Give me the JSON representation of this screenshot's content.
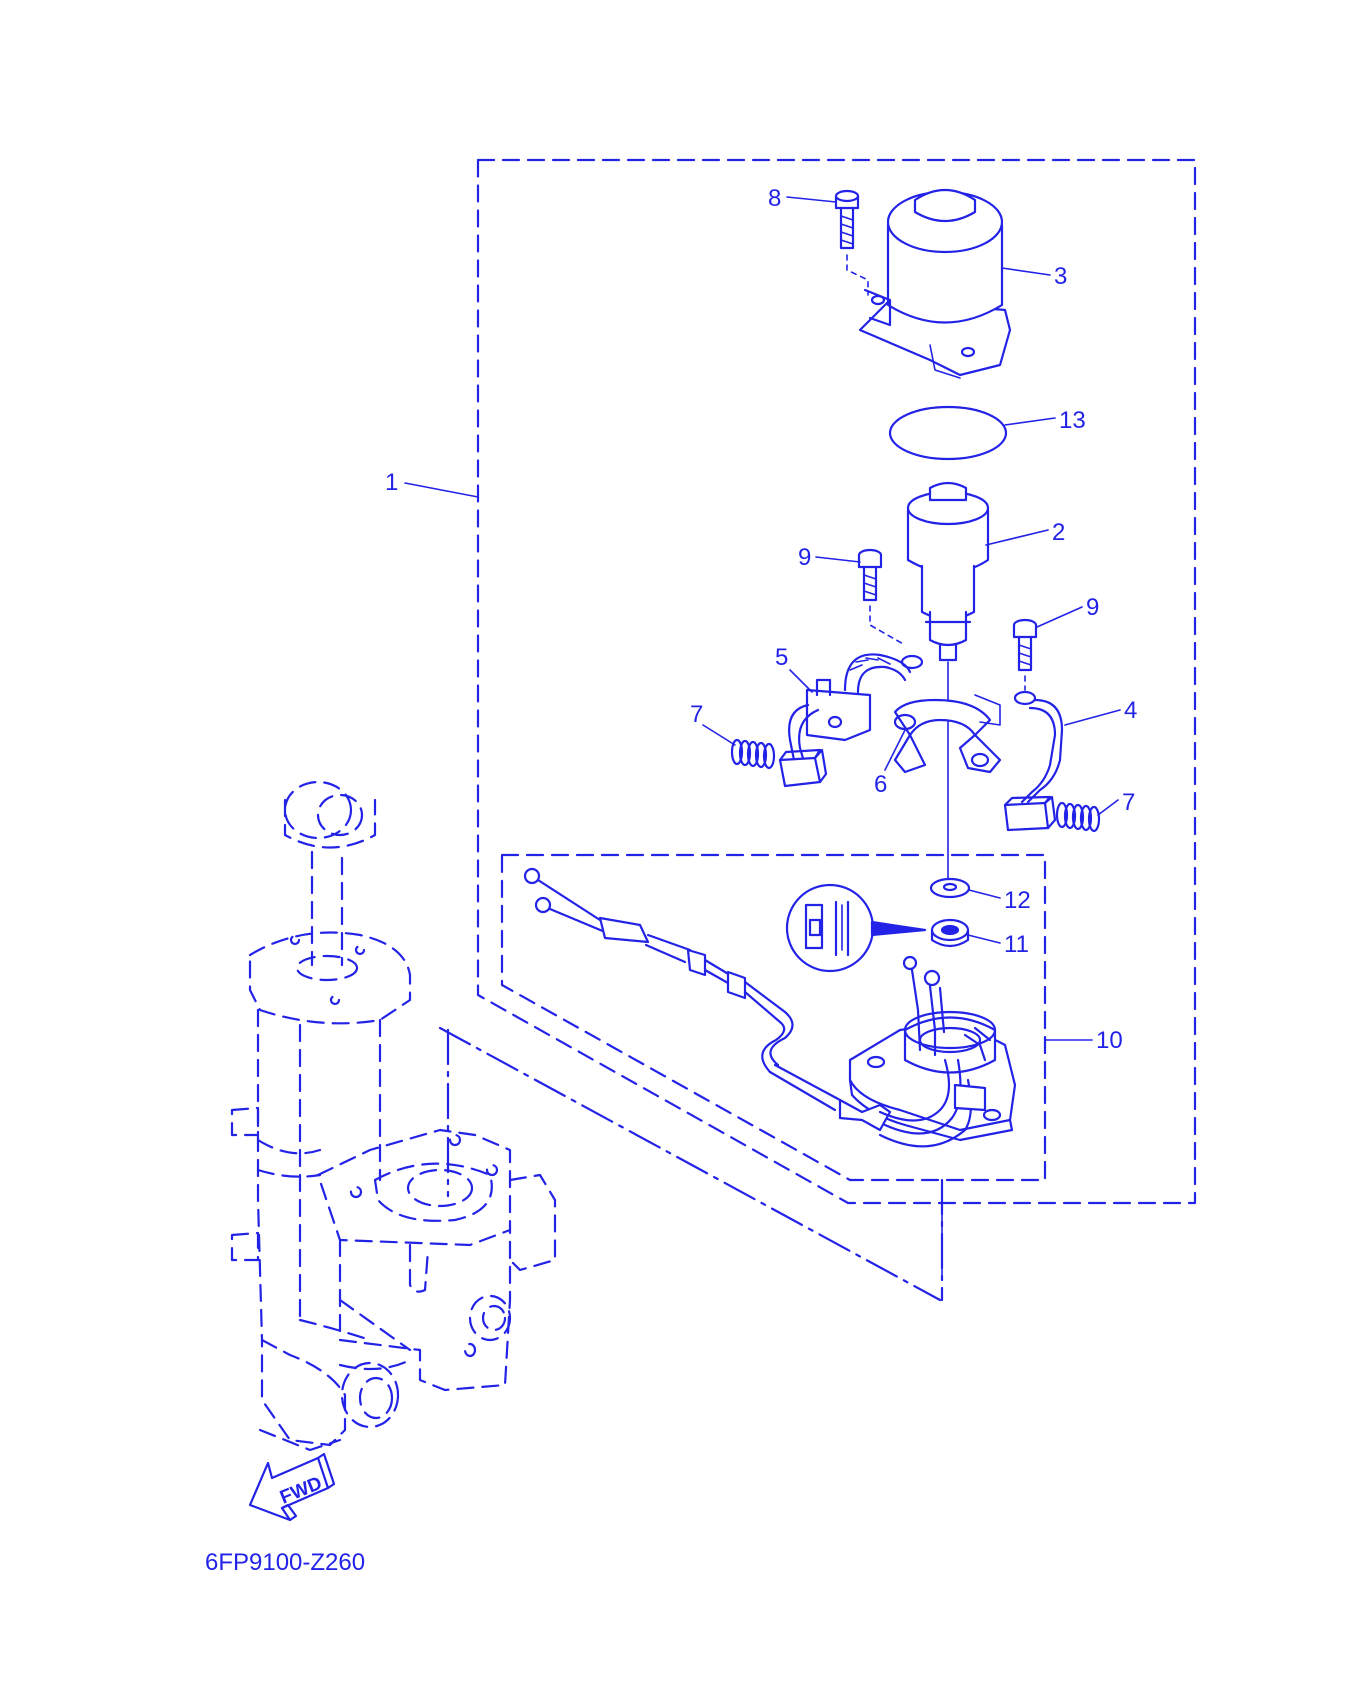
{
  "diagram": {
    "drawing_code": "6FP9100-Z260",
    "direction_marker": "FWD",
    "callouts": [
      "1",
      "2",
      "3",
      "4",
      "5",
      "6",
      "7",
      "7",
      "8",
      "9",
      "9",
      "10",
      "11",
      "12",
      "13"
    ],
    "ink_color": "#2323e8",
    "background_color": "#ffffff",
    "icons": [
      "fwd-arrow-icon"
    ]
  }
}
